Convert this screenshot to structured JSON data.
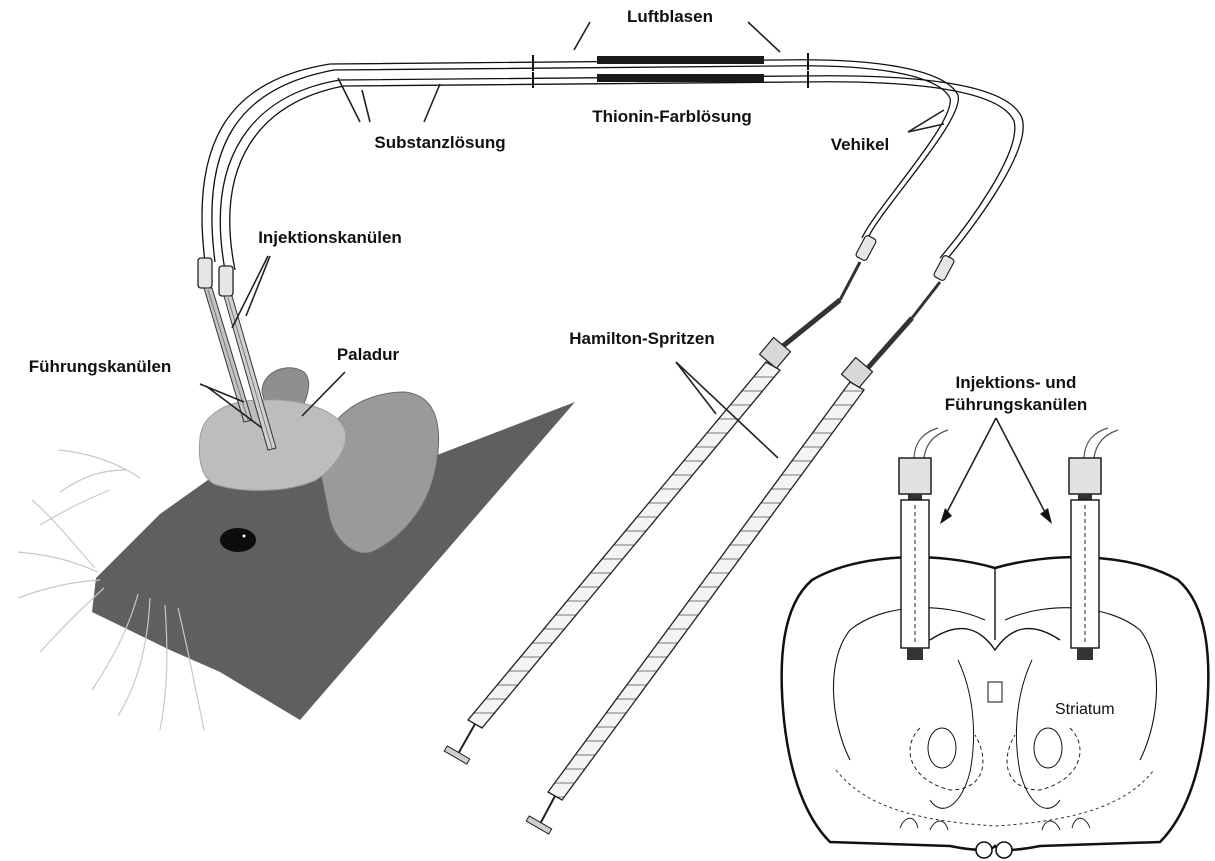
{
  "labels": {
    "luftblasen": "Luftblasen",
    "thionin": "Thionin-Farblösung",
    "substanz": "Substanzlösung",
    "vehikel": "Vehikel",
    "injektionskanuelen": "Injektionskanülen",
    "fuehrungskanuelen": "Führungskanülen",
    "paladur": "Paladur",
    "hamilton": "Hamilton-Spritzen",
    "inj_fuehr_line1": "Injektions- und",
    "inj_fuehr_line2": "Führungskanülen",
    "striatum": "Striatum"
  },
  "colors": {
    "rat_head": "#5f5f5f",
    "ear_back": "#8f8f8f",
    "ear_front": "#9a9a9a",
    "paladur": "#bdbdbd",
    "eye": "#0d0d0d",
    "dye": "#1a1a1a",
    "line": "#111111"
  }
}
